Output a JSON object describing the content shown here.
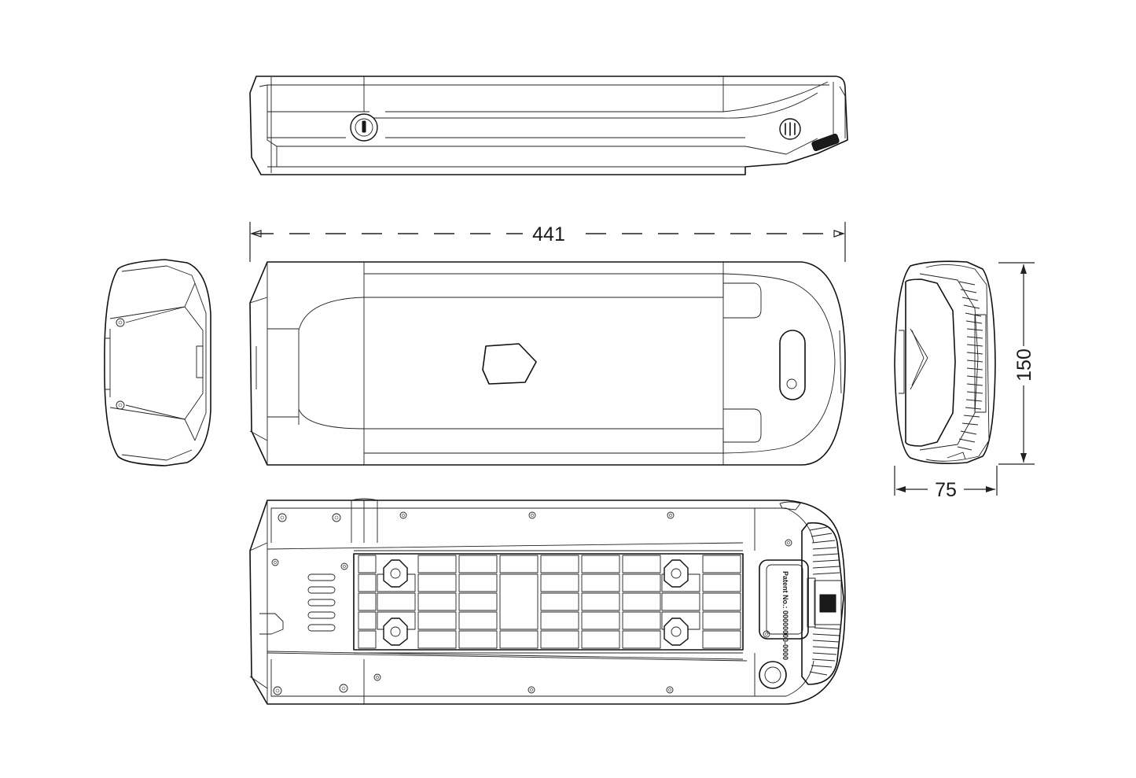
{
  "dimensions": {
    "length": "441",
    "height": "150",
    "width": "75"
  },
  "labels": {
    "patent": "Patent No.: 00000000-0000"
  },
  "colors": {
    "line": "#111111",
    "background": "#ffffff"
  }
}
